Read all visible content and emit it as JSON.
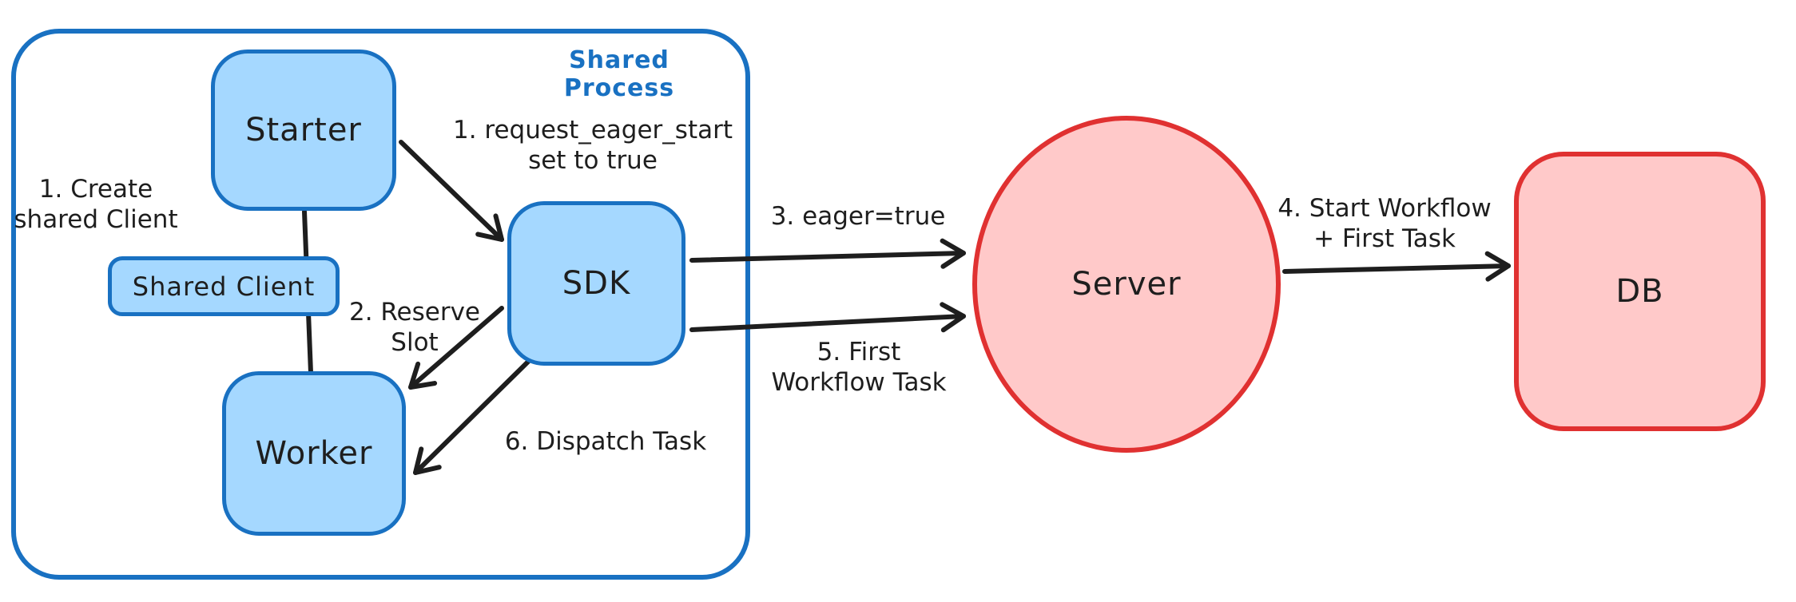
{
  "diagram": {
    "container": {
      "label": "Shared Process"
    },
    "nodes": {
      "starter": {
        "label": "Starter"
      },
      "shared_client": {
        "label": "Shared Client"
      },
      "worker": {
        "label": "Worker"
      },
      "sdk": {
        "label": "SDK"
      },
      "server": {
        "label": "Server"
      },
      "db": {
        "label": "DB"
      }
    },
    "annotations": {
      "create_shared_client": {
        "line1": "1. Create",
        "line2": "shared Client"
      },
      "request_eager_start": {
        "line1": "1. request_eager_start",
        "line2": "set to true"
      },
      "reserve_slot": {
        "line1": "2. Reserve",
        "line2": "Slot"
      },
      "eager_true": {
        "line1": "3. eager=true"
      },
      "start_workflow": {
        "line1": "4. Start Workflow",
        "line2": "+ First Task"
      },
      "first_workflow_task": {
        "line1": "5. First",
        "line2": "Workflow Task"
      },
      "dispatch_task": {
        "line1": "6. Dispatch Task"
      }
    },
    "edges": [
      {
        "name": "starter-to-worker-link",
        "style": "plain-line"
      },
      {
        "name": "starter-to-sdk-arrow",
        "style": "arrow"
      },
      {
        "name": "sdk-to-worker-reserve-arrow",
        "style": "arrow"
      },
      {
        "name": "sdk-to-worker-dispatch-arrow",
        "style": "arrow"
      },
      {
        "name": "sdk-to-server-eager-arrow",
        "style": "arrow"
      },
      {
        "name": "sdk-to-server-first-task-arrow",
        "style": "arrow"
      },
      {
        "name": "server-to-db-arrow",
        "style": "arrow"
      }
    ],
    "colors": {
      "blue_stroke": "#1971c2",
      "blue_fill": "#a5d8ff",
      "red_stroke": "#e03131",
      "red_fill": "#ffc9c9",
      "ink": "#1e1e1e",
      "background": "#ffffff"
    }
  }
}
